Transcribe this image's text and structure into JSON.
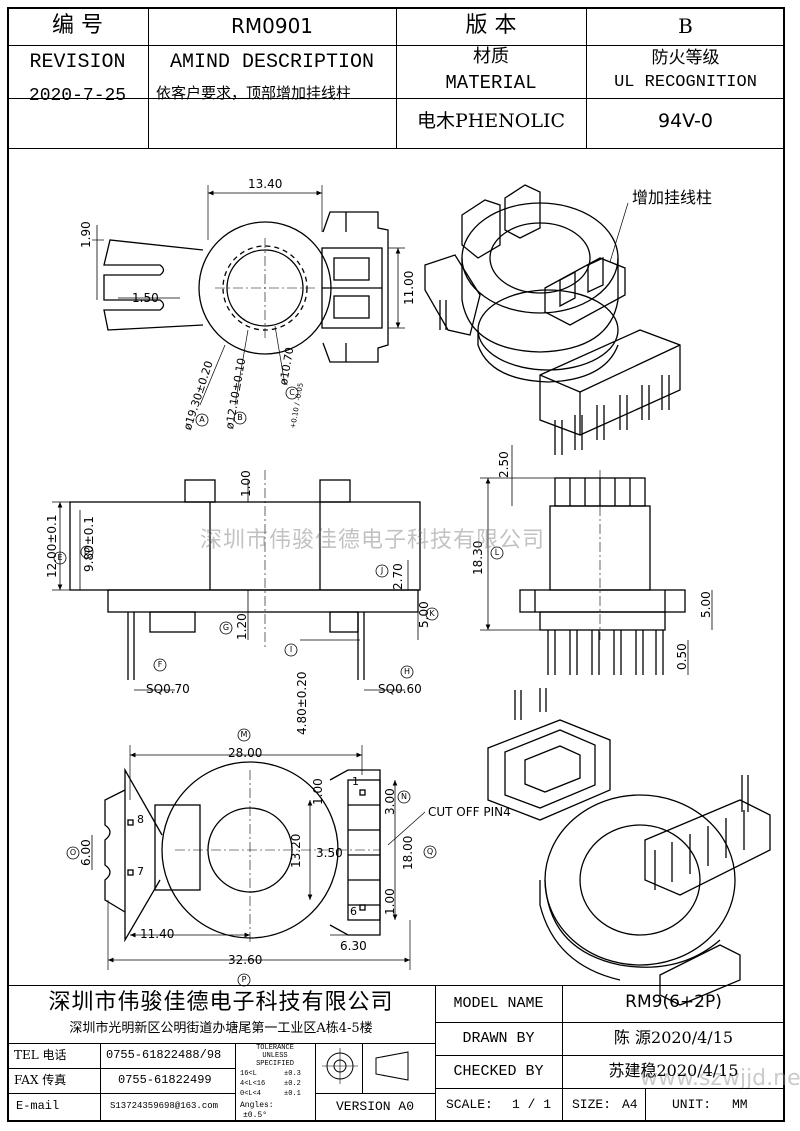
{
  "header": {
    "no_label": "编 号",
    "no_value": "RM0901",
    "version_label": "版 本",
    "version_value": "B",
    "revision_label": "REVISION",
    "amend_label": "AMIND DESCRIPTION",
    "material_cn": "材质",
    "material_en": "MATERIAL",
    "fire_cn": "防火等级",
    "fire_en": "UL RECOGNITION",
    "date": "2020-7-25",
    "description": "依客户要求，顶部增加挂线柱",
    "material_value": "电木PHENOLIC",
    "ul_value": "94V-0"
  },
  "watermark": "深圳市伟骏佳德电子科技有限公司",
  "watermark_url": "www.szwjjd.net",
  "annotation_new_post": "增加挂线柱",
  "cut_off": "CUT OFF PIN4",
  "dims": {
    "d1340": "13.40",
    "d190": "1.90",
    "d150": "1.50",
    "d1100": "11.00",
    "dA": "ø19.30±0.20",
    "dB": "ø12.10±0.10",
    "dC": "ø10.70",
    "dC_tol": "+0.10 / -0.05",
    "d250": "2.50",
    "d100": "1.00",
    "dE": "12.00±0.1",
    "dD": "9.80±0.1",
    "d270": "2.70",
    "d500": "5.00",
    "d120": "1.20",
    "d1830": "18.30",
    "d500b": "5.00",
    "d050": "0.50",
    "sq070": "SQ0.70",
    "sq060": "SQ0.60",
    "d480": "4.80±0.20",
    "d2800": "28.00",
    "d600": "6.00",
    "d1320": "13.20",
    "d300": "3.00",
    "d350": "3.50",
    "d1800": "18.00",
    "d100b": "1.00",
    "d100c": "1.00",
    "d1140": "11.40",
    "d630": "6.30",
    "d3260": "32.60",
    "pin8": "8",
    "pin7": "7",
    "pin1": "1",
    "pin6": "6"
  },
  "balloons": [
    "A",
    "B",
    "C",
    "D",
    "E",
    "F",
    "G",
    "H",
    "I",
    "J",
    "K",
    "L",
    "M",
    "N",
    "O",
    "P",
    "Q"
  ],
  "footer": {
    "company": "深圳市伟骏佳德电子科技有限公司",
    "address": "深圳市光明新区公明街道办塘尾第一工业区A栋4-5楼",
    "tel_label": "TEL 电话",
    "tel_value": "0755-61822488/98",
    "fax_label": "FAX 传真",
    "fax_value": "0755-61822499",
    "email_label": "E-mail",
    "email_value": "S13724359698@163.com",
    "tolerance_title": "TOLERANCE",
    "tolerance_unless": "UNLESS",
    "tolerance_specified": "SPECIFIED",
    "tol_rows": [
      {
        "range": "16<L",
        "value": "±0.3"
      },
      {
        "range": "4<L<16",
        "value": "±0.2"
      },
      {
        "range": "0<L<4",
        "value": "±0.1"
      }
    ],
    "angles_label": "Angles:",
    "angles_value": "±0.5°",
    "version": "VERSION A0",
    "model_label": "MODEL NAME",
    "model_value": "RM9(6+2P)",
    "drawn_label": "DRAWN BY",
    "drawn_value": "陈 源2020/4/15",
    "checked_label": "CHECKED BY",
    "checked_value": "苏建稳2020/4/15",
    "scale_label": "SCALE:",
    "scale_value": "1 / 1",
    "size_label": "SIZE:",
    "size_value": "A4",
    "unit_label": "UNIT:",
    "unit_value": "MM"
  }
}
